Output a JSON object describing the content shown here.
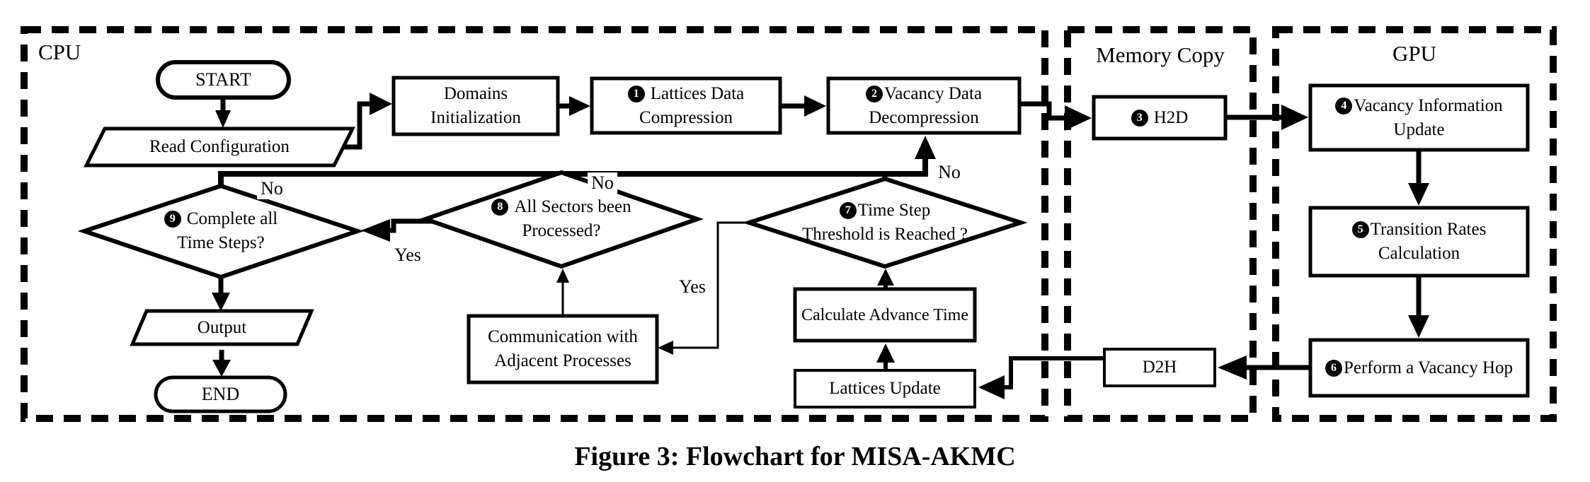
{
  "title": "Figure 3: Flowchart for MISA-AKMC",
  "lanes": {
    "cpu": "CPU",
    "memory_copy": "Memory Copy",
    "gpu": "GPU"
  },
  "nodes": {
    "start": {
      "label": "START"
    },
    "read_config": {
      "label": "Read Configuration"
    },
    "domains_init": {
      "line1": "Domains",
      "line2": "Initialization"
    },
    "lattices_compression": {
      "num": "1",
      "line1": "Lattices Data",
      "line2": "Compression"
    },
    "vacancy_decompression": {
      "num": "2",
      "line1": "Vacancy Data",
      "line2": "Decompression"
    },
    "h2d": {
      "num": "3",
      "label": "H2D"
    },
    "vacancy_info_update": {
      "num": "4",
      "line1": "Vacancy Information",
      "line2": "Update"
    },
    "transition_rates": {
      "num": "5",
      "line1": "Transition Rates",
      "line2": "Calculation"
    },
    "vacancy_hop": {
      "num": "6",
      "label": "Perform a Vacancy Hop"
    },
    "d2h": {
      "label": "D2H"
    },
    "lattices_update": {
      "label": "Lattices Update"
    },
    "calc_advance_time": {
      "label": "Calculate Advance Time"
    },
    "time_step_threshold": {
      "num": "7",
      "line1": "Time Step",
      "line2": "Threshold is Reached ?"
    },
    "all_sectors_processed": {
      "num": "8",
      "line1": "All Sectors been",
      "line2": "Processed?"
    },
    "complete_time_steps": {
      "num": "9",
      "line1": "Complete all",
      "line2": "Time Steps?"
    },
    "communication": {
      "line1": "Communication with",
      "line2": "Adjacent Processes"
    },
    "output": {
      "label": "Output"
    },
    "end": {
      "label": "END"
    }
  },
  "edge_labels": {
    "d9_no": "No",
    "d8_no": "No",
    "d7_no": "No",
    "d8_yes": "Yes",
    "d7_yes": "Yes"
  },
  "colors": {
    "ink": "#000000",
    "background": "#ffffff"
  }
}
